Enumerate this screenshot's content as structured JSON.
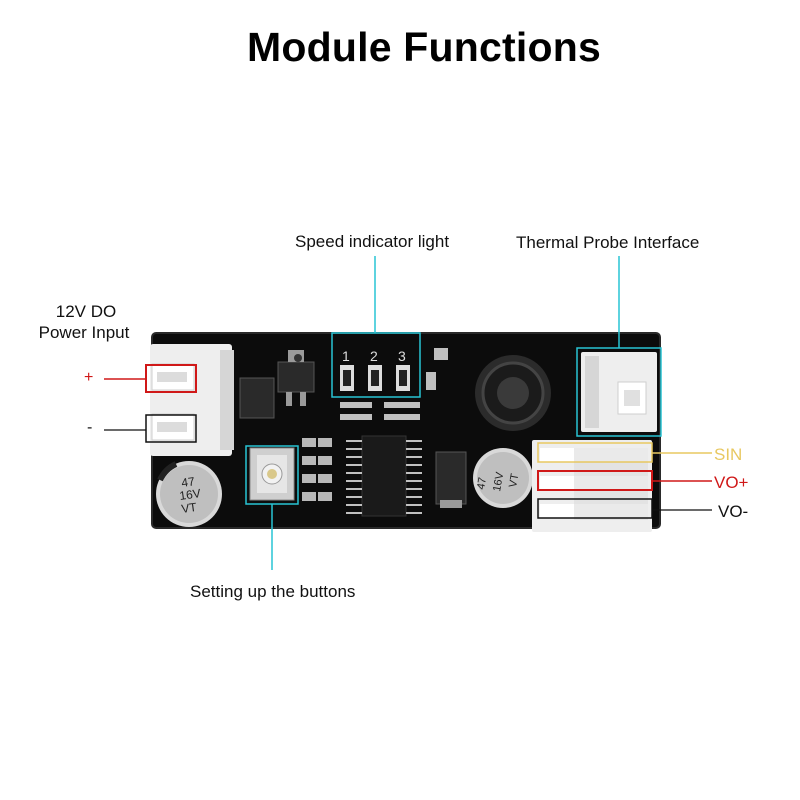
{
  "title": "Module Functions",
  "labels": {
    "speed_indicator": "Speed indicator light",
    "thermal_probe": "Thermal Probe Interface",
    "power_input_line1": "12V DO",
    "power_input_line2": "Power Input",
    "plus": "+",
    "minus": "-",
    "setting_buttons": "Setting up the buttons",
    "sin": "SIN",
    "vo_plus": "VO+",
    "vo_minus": "VO-"
  },
  "board": {
    "led_numbers": [
      "1",
      "2",
      "3"
    ],
    "cap_left": [
      "47",
      "16V",
      "VT"
    ],
    "cap_right": [
      "47",
      "16V",
      "VT"
    ]
  },
  "colors": {
    "plus": "#d01818",
    "minus": "#111111",
    "sin": "#e8c860",
    "vo_plus": "#d01818",
    "vo_minus": "#111111",
    "callout": "#28c4d4",
    "board": "#111111"
  }
}
